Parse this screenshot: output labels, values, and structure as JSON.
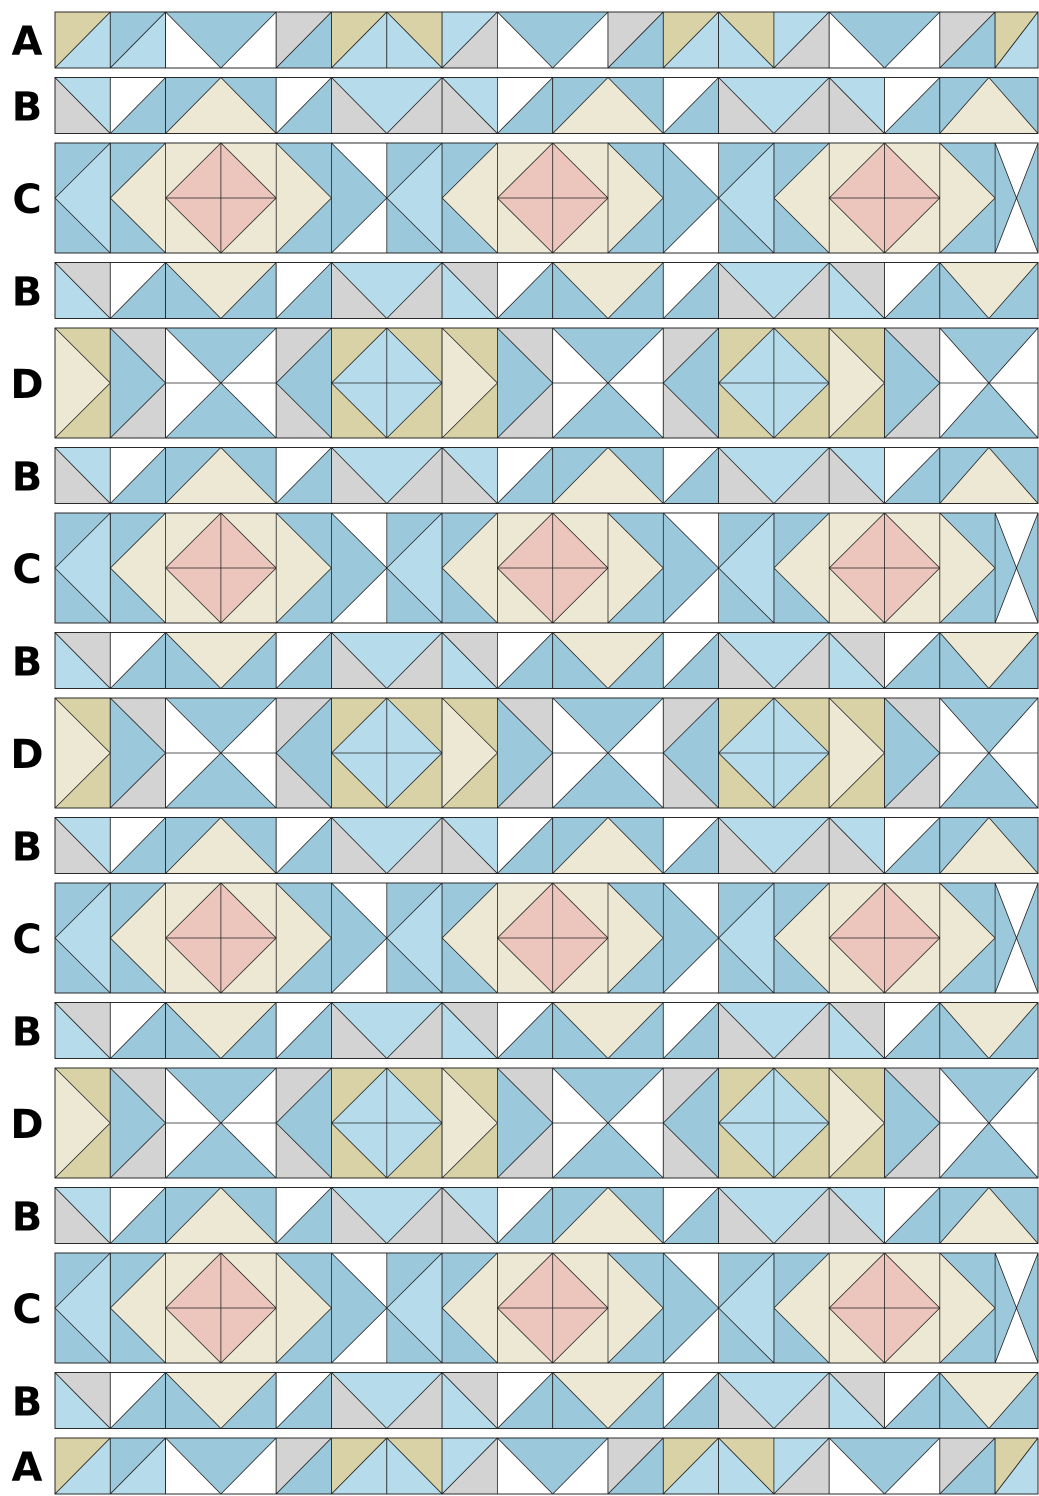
{
  "colors": {
    "blue": "#9cc8dc",
    "blue_light": "#b6dbea",
    "cream": "#ece8d4",
    "tan": "#d8d2a6",
    "pink": "#ecc6bc",
    "gray": "#d3d3d3",
    "white": "#ffffff",
    "stroke": "#222222",
    "label": "#000000"
  },
  "rows": [
    {
      "label": "A",
      "type": "A"
    },
    {
      "label": "B",
      "type": "B"
    },
    {
      "label": "C",
      "type": "C"
    },
    {
      "label": "B",
      "type": "B"
    },
    {
      "label": "D",
      "type": "D"
    },
    {
      "label": "B",
      "type": "B"
    },
    {
      "label": "C",
      "type": "C"
    },
    {
      "label": "B",
      "type": "B"
    },
    {
      "label": "D",
      "type": "D"
    },
    {
      "label": "B",
      "type": "B"
    },
    {
      "label": "C",
      "type": "C"
    },
    {
      "label": "B",
      "type": "B"
    },
    {
      "label": "D",
      "type": "D"
    },
    {
      "label": "B",
      "type": "B"
    },
    {
      "label": "C",
      "type": "C"
    },
    {
      "label": "B",
      "type": "B"
    },
    {
      "label": "A",
      "type": "A"
    }
  ]
}
